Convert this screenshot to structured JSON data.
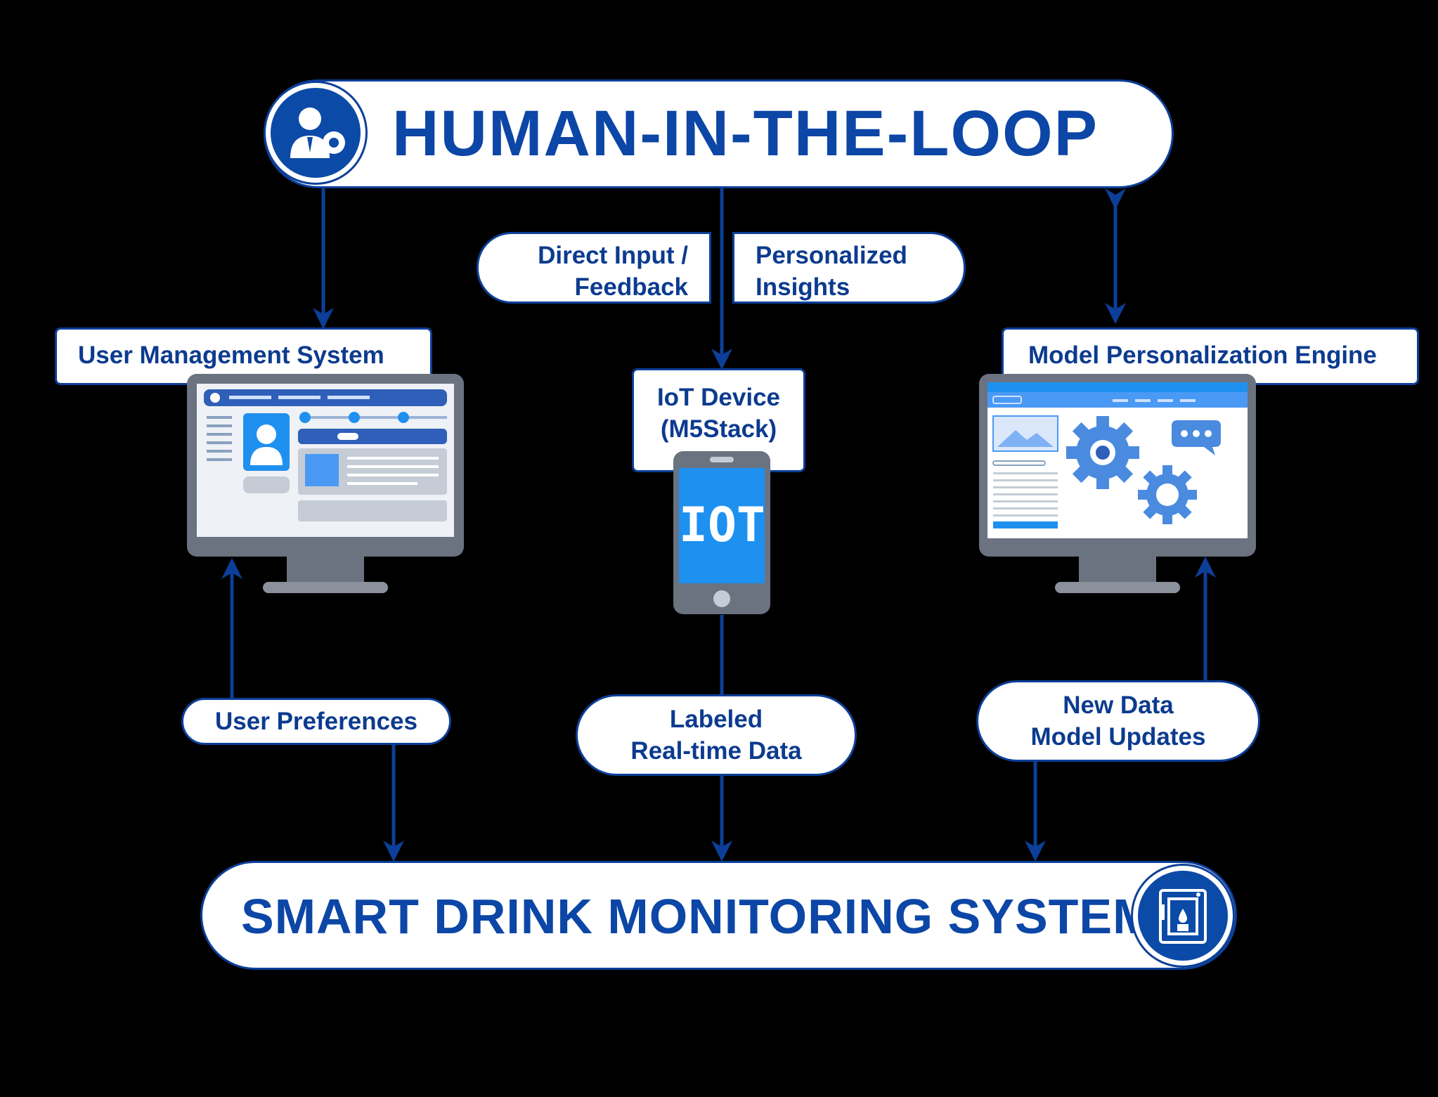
{
  "top_title": "HUMAN-IN-THE-LOOP",
  "bottom_title": "SMART DRINK MONITORING SYSTEM",
  "labels": {
    "direct_input": [
      "Direct Input /",
      "Feedback"
    ],
    "personalized": [
      "Personalized",
      "Insights"
    ],
    "user_mgmt": "User Management System",
    "iot_device": [
      "IoT Device",
      "(M5Stack)"
    ],
    "model_engine": "Model Personalization Engine",
    "user_prefs": "User Preferences",
    "labeled_data": [
      "Labeled",
      "Real-time Data"
    ],
    "new_data": [
      "New Data",
      "Model Updates"
    ]
  },
  "phone_text": "IOT",
  "icons": {
    "top": "user-gear-icon",
    "bottom": "drink-machine-icon"
  },
  "colors": {
    "primary": "#0c46a6",
    "arrow": "#0c3f99",
    "screen_blue": "#1e90f0",
    "monitor_frame": "#6b7280"
  }
}
